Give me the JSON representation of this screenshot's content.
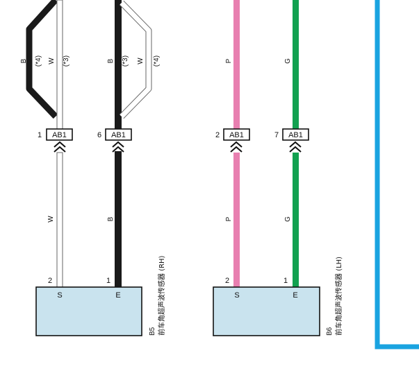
{
  "colors": {
    "black_wire": "#1a1a1a",
    "white_wire_outline": "#666666",
    "white_wire_fill": "#ffffff",
    "pink_wire": "#e87fb0",
    "green_wire": "#12a150",
    "blue_border": "#1aa3e0",
    "sensor_fill": "#c9e3ee"
  },
  "connectors": [
    {
      "pin": "1",
      "code": "AB1"
    },
    {
      "pin": "6",
      "code": "AB1"
    },
    {
      "pin": "2",
      "code": "AB1"
    },
    {
      "pin": "7",
      "code": "AB1"
    }
  ],
  "upper_labels": {
    "col1_left": "B",
    "col1_note4": "(*4)",
    "col1_w": "W",
    "col1_note3": "(*3)",
    "col2_b": "B",
    "col2_note3": "(*3)",
    "col2_w": "W",
    "col2_note4": "(*4)",
    "col3_p": "P",
    "col4_g": "G"
  },
  "lower_labels": {
    "col1": "W",
    "col2": "B",
    "col3": "P",
    "col4": "G"
  },
  "sensors": [
    {
      "code": "B5",
      "name": "前车角超声波传感器 (RH)",
      "pins": [
        {
          "num": "2",
          "label": "S"
        },
        {
          "num": "1",
          "label": "E"
        }
      ]
    },
    {
      "code": "B6",
      "name": "前车角超声波传感器 (LH)",
      "pins": [
        {
          "num": "2",
          "label": "S"
        },
        {
          "num": "1",
          "label": "E"
        }
      ]
    }
  ]
}
